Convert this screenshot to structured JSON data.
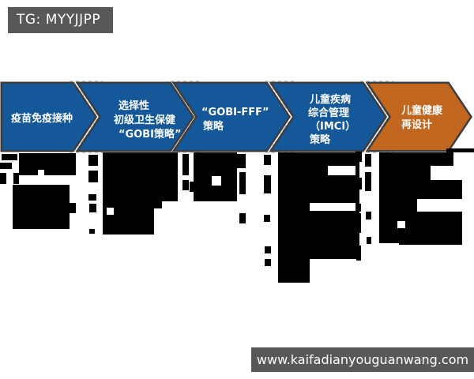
{
  "header": {
    "tag_label": "TG: MYYJJPP"
  },
  "footer": {
    "url": "www.kaifadianyouguanwang.com"
  },
  "colors": {
    "box_gray": "#58585a",
    "arrow_blue": "#15589a",
    "arrow_orange": "#c1661f",
    "arrow_outline": "#3d3d3f",
    "checker_gray": "#cfcfcf",
    "redaction_black": "#000000"
  },
  "process": {
    "steps": [
      {
        "color": "#15589a",
        "lines": [
          "疫苗免疫接种"
        ]
      },
      {
        "color": "#15589a",
        "lines": [
          "选择性",
          "初级卫生保健",
          "“GOBI策略”"
        ]
      },
      {
        "color": "#15589a",
        "lines": [
          "“GOBI-FFF”",
          "策略"
        ]
      },
      {
        "color": "#15589a",
        "lines": [
          "儿童疾病",
          "综合管理",
          "（IMCI）",
          "策略"
        ]
      },
      {
        "color": "#c1661f",
        "lines": [
          "儿童健康",
          "再设计"
        ]
      }
    ]
  },
  "redactions": {
    "black": [
      [
        24,
        194,
        72,
        28
      ],
      [
        2,
        195,
        20,
        8
      ],
      [
        0,
        206,
        15,
        8
      ],
      [
        0,
        219,
        8,
        14
      ],
      [
        17,
        219,
        7,
        14
      ],
      [
        16,
        234,
        72,
        56
      ],
      [
        88,
        257,
        8,
        13
      ],
      [
        112,
        196,
        12,
        14
      ],
      [
        112,
        216,
        12,
        15
      ],
      [
        112,
        246,
        10,
        8
      ],
      [
        113,
        258,
        9,
        11
      ],
      [
        113,
        290,
        7,
        6
      ],
      [
        130,
        193,
        65,
        104
      ],
      [
        195,
        193,
        30,
        62
      ],
      [
        193,
        248,
        12,
        16
      ],
      [
        231,
        195,
        8,
        27
      ],
      [
        231,
        228,
        8,
        13
      ],
      [
        240,
        230,
        6,
        13
      ],
      [
        245,
        193,
        55,
        62
      ],
      [
        300,
        195,
        11,
        18
      ],
      [
        303,
        218,
        8,
        28
      ],
      [
        303,
        270,
        8,
        13
      ],
      [
        334,
        196,
        9,
        13
      ],
      [
        334,
        222,
        9,
        23
      ],
      [
        334,
        272,
        8,
        9
      ],
      [
        335,
        312,
        8,
        9
      ],
      [
        335,
        328,
        8,
        9
      ],
      [
        352,
        193,
        103,
        64
      ],
      [
        352,
        257,
        103,
        71
      ],
      [
        352,
        328,
        40,
        30
      ],
      [
        462,
        195,
        8,
        16
      ],
      [
        462,
        218,
        8,
        24
      ],
      [
        463,
        268,
        7,
        10
      ],
      [
        464,
        300,
        6,
        9
      ],
      [
        450,
        192,
        8,
        13
      ],
      [
        450,
        225,
        8,
        15
      ],
      [
        450,
        258,
        7,
        10
      ],
      [
        450,
        270,
        7,
        25
      ],
      [
        451,
        311,
        6,
        19
      ],
      [
        480,
        193,
        94,
        17
      ],
      [
        480,
        210,
        65,
        18
      ],
      [
        480,
        228,
        105,
        24
      ],
      [
        480,
        252,
        48,
        56
      ],
      [
        505,
        268,
        80,
        42
      ],
      [
        575,
        300,
        10,
        6
      ],
      [
        565,
        188,
        35,
        5
      ]
    ],
    "white": [
      [
        48,
        215,
        8,
        8
      ],
      [
        135,
        263,
        9,
        9
      ],
      [
        268,
        223,
        12,
        12
      ],
      [
        415,
        210,
        35,
        12
      ],
      [
        392,
        257,
        58,
        10
      ],
      [
        503,
        280,
        10,
        9
      ]
    ]
  }
}
